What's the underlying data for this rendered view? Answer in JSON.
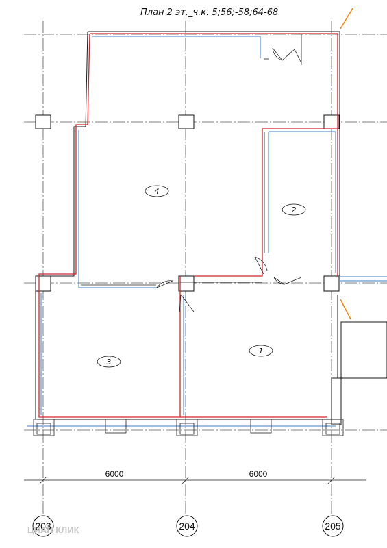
{
  "title": "План 2 эт._ч.к. 5;56;-58;64-68",
  "rooms": [
    {
      "id": "room-1",
      "label": "1"
    },
    {
      "id": "room-2",
      "label": "2"
    },
    {
      "id": "room-3",
      "label": "3"
    },
    {
      "id": "room-4",
      "label": "4"
    }
  ],
  "dimensions": [
    "6000",
    "6000"
  ],
  "axes": [
    "203",
    "204",
    "205"
  ],
  "watermark": "ЦИАН КЛИК",
  "colors": {
    "red_outline": "#d4232b",
    "blue_outline": "#3f7ec9",
    "orange_marker": "#f08a12"
  }
}
